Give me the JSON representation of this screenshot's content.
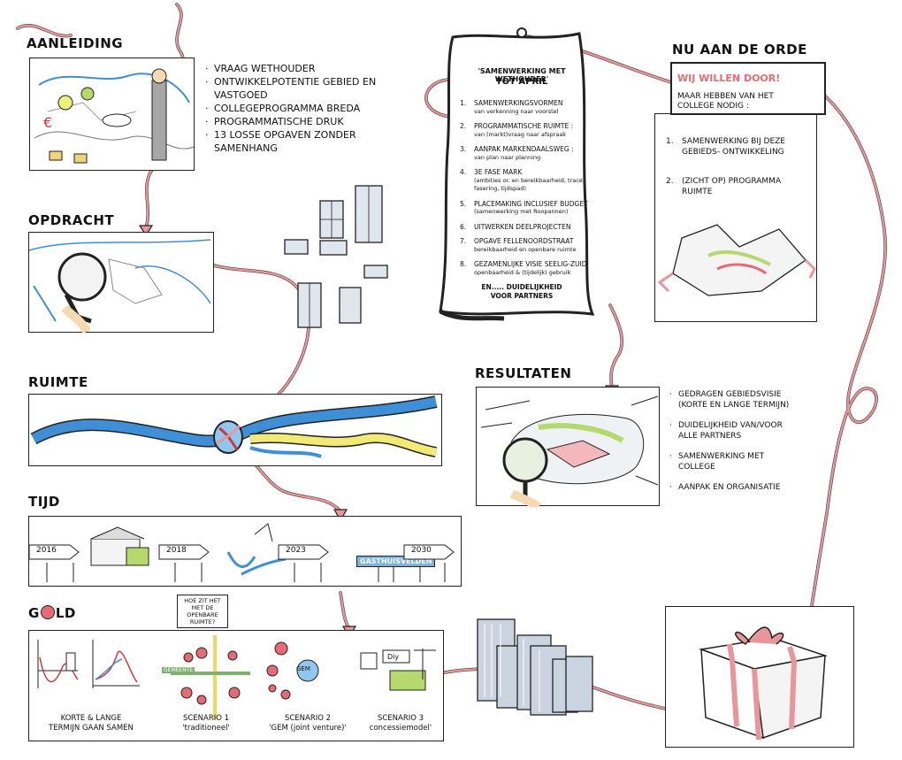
{
  "sections": {
    "aanleiding": {
      "title": "AANLEIDING",
      "bullets": [
        "VRAAG WETHOUDER",
        "ONTWIKKELPOTENTIE GEBIED EN VASTGOED",
        "COLLEGEPROGRAMMA BREDA",
        "PROGRAMMATISCHE DRUK",
        "13 LOSSE OPGAVEN ZONDER SAMENHANG"
      ]
    },
    "opdracht": {
      "title": "OPDRACHT"
    },
    "ruimte": {
      "title": "RUIMTE"
    },
    "tijd": {
      "title": "TIJD",
      "signs": [
        "2016",
        "2018",
        "2023",
        "2030"
      ],
      "street_sign": "GASTHUISVELDEN"
    },
    "geld": {
      "title_prefix": "G",
      "title_suffix": "LD",
      "bubble": "HOE ZIT HET MET DE OPENBARE RUIMTE?",
      "label_gem": "GEM",
      "label_diy": "Diy",
      "label_gemeente": "GEMEENTE",
      "captions": [
        {
          "line1": "KORTE & LANGE",
          "line2": "TERMIJN GAAN SAMEN"
        },
        {
          "line1": "SCENARIO 1",
          "line2": "'traditioneel'"
        },
        {
          "line1": "SCENARIO 2",
          "line2": "'GEM (joint venture)'"
        },
        {
          "line1": "SCENARIO 3",
          "line2": "concessiemodel'"
        }
      ]
    },
    "scroll": {
      "title_line1": "'SAMENWERKING MET WETHOUDER'",
      "title_line2": "TOT APRIL",
      "items": [
        {
          "n": "1.",
          "title": "SAMENWERKINGSVORMEN",
          "sub": "van verkenning naar voorstel"
        },
        {
          "n": "2.",
          "title": "PROGRAMMATISCHE RUIMTE :",
          "sub": "van (markt)vraag naar afspraak"
        },
        {
          "n": "3.",
          "title": "AANPAK MARKENDAALSWEG :",
          "sub": "van plan naar planning"
        },
        {
          "n": "4.",
          "title": "3E FASE MARK",
          "sub": "(ambities or. en bereikbaarheid, tracé, fasering, tijdspad)"
        },
        {
          "n": "5.",
          "title": "PLACEMAKING INCLUSIEF BUDGET",
          "sub": "(samenwerking met Roopannen)"
        },
        {
          "n": "6.",
          "title": "UITWERKEN DEELPROJECTEN",
          "sub": ""
        },
        {
          "n": "7.",
          "title": "OPGAVE FELLENOORDSTRAAT",
          "sub": "bereikbaarheid en openbare ruimte"
        },
        {
          "n": "8.",
          "title": "GEZAMENLIJKE VISIE SEELIG-ZUID",
          "sub": "openbaarheid & (tijdelijk) gebruik"
        }
      ],
      "footer_line1": "EN..... DUIDELIJKHEID",
      "footer_line2": "VOOR PARTNERS"
    },
    "nu_aan_de_orde": {
      "title": "NU AAN DE ORDE",
      "bubble_head": "WIJ WILLEN DOOR!",
      "bubble_body": "MAAR HEBBEN VAN HET COLLEGE NODIG :",
      "items": [
        {
          "n": "1.",
          "text": "SAMENWERKING BIJ DEZE GEBIEDS- ONTWIKKELING"
        },
        {
          "n": "2.",
          "text": "(ZICHT OP) PROGRAMMA RUIMTE"
        }
      ]
    },
    "resultaten": {
      "title": "RESULTATEN",
      "bullets": [
        "GEDRAGEN GEBIEDSVISIE (KORTE EN LANGE TERMIJN)",
        "DUIDELIJKHEID VAN/VOOR ALLE PARTNERS",
        "SAMENWERKING MET COLLEGE",
        "AANPAK EN ORGANISATIE"
      ]
    }
  },
  "colors": {
    "ribbon": "#e9969a",
    "ribbon_dark": "#c9595f",
    "river_blue": "#3f8fd6",
    "river_yellow": "#f2ea74",
    "accent_pink": "#e86a74"
  }
}
